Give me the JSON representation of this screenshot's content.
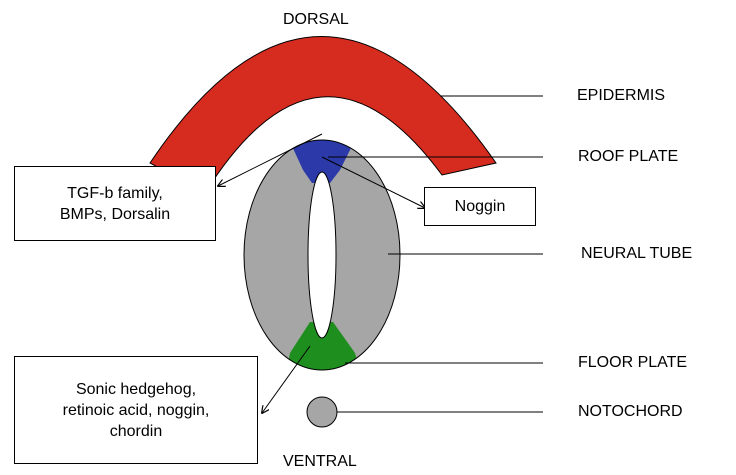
{
  "orientation": {
    "top": "DORSAL",
    "bottom": "VENTRAL"
  },
  "structures": {
    "epidermis": "EPIDERMIS",
    "roof_plate": "ROOF PLATE",
    "neural_tube": "NEURAL TUBE",
    "floor_plate": "FLOOR PLATE",
    "notochord": "NOTOCHORD"
  },
  "signals": {
    "dorsal_lines": [
      "TGF-b family,",
      "BMPs, Dorsalin"
    ],
    "noggin": "Noggin",
    "ventral_lines": [
      "Sonic hedgehog,",
      "retinoic acid, noggin,",
      "chordin"
    ]
  },
  "colors": {
    "epidermis": "#d62b1f",
    "roof_plate": "#2b3aa8",
    "neural_tube": "#a6a6a6",
    "floor_plate": "#1e8e1e",
    "notochord": "#a6a6a6"
  }
}
